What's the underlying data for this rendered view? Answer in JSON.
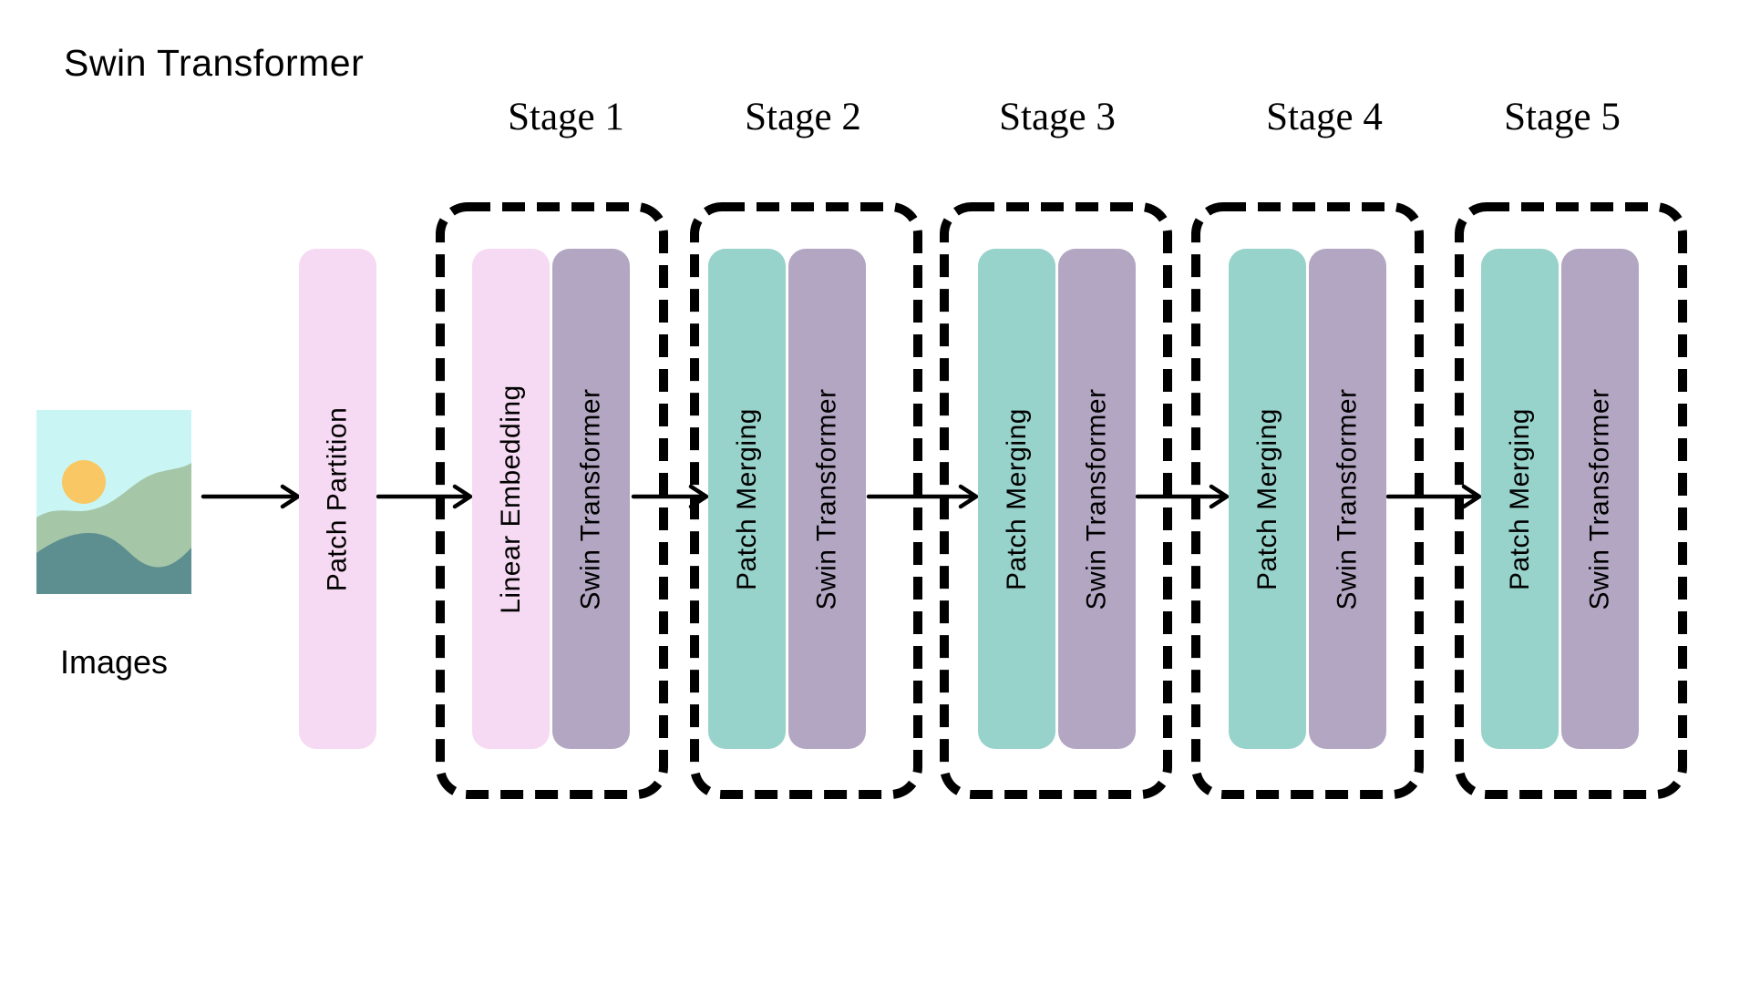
{
  "title": "Swin Transformer",
  "input_image": {
    "label": "Images",
    "colors": {
      "sky": "#c9f6f4",
      "sun": "#f9c763",
      "hill_light": "#a6c6a8",
      "hill_dark": "#5d8e90"
    }
  },
  "pre_stage": {
    "label": "Patch Partition",
    "color": "pink"
  },
  "stages": [
    {
      "name": "Stage 1",
      "blocks": [
        {
          "label": "Linear Embedding",
          "color": "pink"
        },
        {
          "label": "Swin Transformer",
          "color": "purple"
        }
      ]
    },
    {
      "name": "Stage 2",
      "blocks": [
        {
          "label": "Patch Merging",
          "color": "teal"
        },
        {
          "label": "Swin Transformer",
          "color": "purple"
        }
      ]
    },
    {
      "name": "Stage 3",
      "blocks": [
        {
          "label": "Patch Merging",
          "color": "teal"
        },
        {
          "label": "Swin Transformer",
          "color": "purple"
        }
      ]
    },
    {
      "name": "Stage 4",
      "blocks": [
        {
          "label": "Patch Merging",
          "color": "teal"
        },
        {
          "label": "Swin Transformer",
          "color": "purple"
        }
      ]
    },
    {
      "name": "Stage 5",
      "blocks": [
        {
          "label": "Patch Merging",
          "color": "teal"
        },
        {
          "label": "Swin Transformer",
          "color": "purple"
        }
      ]
    }
  ],
  "colors": {
    "pink": "#f6d9f2",
    "teal": "#97d2cb",
    "purple": "#b2a6c2",
    "outline": "#000000",
    "arrow": "#000000",
    "text": "#000000"
  }
}
